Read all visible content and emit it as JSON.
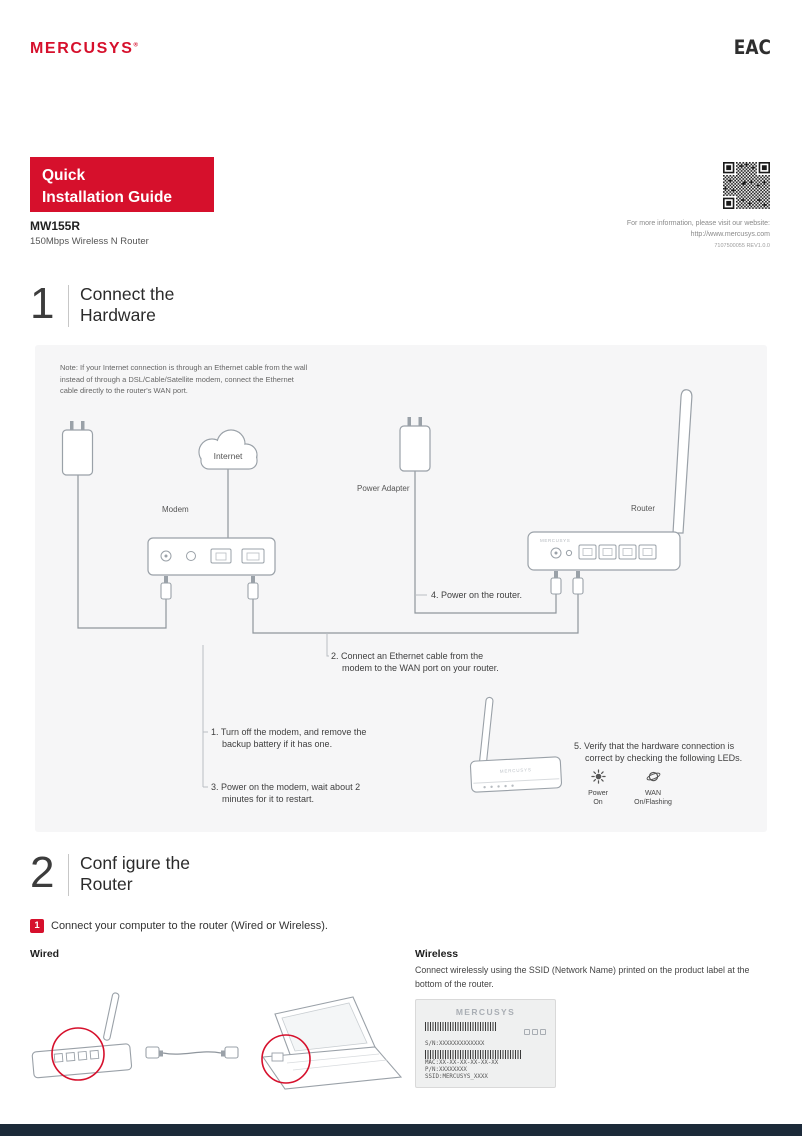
{
  "brand": {
    "logo_text": "MERCUSYS",
    "registered_mark": "®",
    "eac_mark": "EAC"
  },
  "header": {
    "guide_title_line1": "Quick",
    "guide_title_line2": "Installation Guide",
    "model": "MW155R",
    "model_description": "150Mbps Wireless N Router",
    "website_info_line1": "For more information, please visit our website:",
    "website_info_line2": "http://www.mercusys.com",
    "doc_number": "7107500055 REV1.0.0"
  },
  "section_connect": {
    "number": "1",
    "title_line1": "Connect the",
    "title_line2": "Hardware",
    "note": "Note: If your Internet connection is through an Ethernet cable from the wall instead of through a DSL/Cable/Satellite modem, connect the Ethernet cable directly to the router's WAN port.",
    "labels": {
      "internet": "Internet",
      "modem": "Modem",
      "power_adapter": "Power Adapter",
      "router": "Router"
    },
    "steps": {
      "step1": "1. Turn off the modem, and remove the backup battery if it has one.",
      "step2": "2. Connect an Ethernet cable from the modem to the WAN port on your router.",
      "step3": "3. Power on the modem, wait about 2 minutes for it to restart.",
      "step4": "4. Power on the router.",
      "step5": "5. Verify that the hardware connection is correct by checking the following LEDs."
    },
    "leds": {
      "power_name": "Power",
      "power_state": "On",
      "wan_name": "WAN",
      "wan_state": "On/Flashing"
    }
  },
  "section_configure": {
    "number": "2",
    "title_line1": "Conf igure the",
    "title_line2": "Router",
    "step_badge": "1",
    "step_text": "Connect your computer to the router (Wired or Wireless).",
    "wired_label": "Wired",
    "wireless_label": "Wireless",
    "wireless_text": "Connect wirelessly using the SSID (Network Name) printed on the product label at the bottom of the router.",
    "product_label": {
      "brand": "MERCUSYS",
      "serial": "S/N:XXXXXXXXXXXXX",
      "mac": "MAC:XX-XX-XX-XX-XX-XX",
      "part": "P/N:XXXXXXXX",
      "ssid": "SSID:MERCUSYS_XXXX"
    }
  },
  "colors": {
    "brand_red": "#D6102C",
    "panel_gray": "#F6F6F7",
    "footer_bar": "#1C2A39"
  }
}
